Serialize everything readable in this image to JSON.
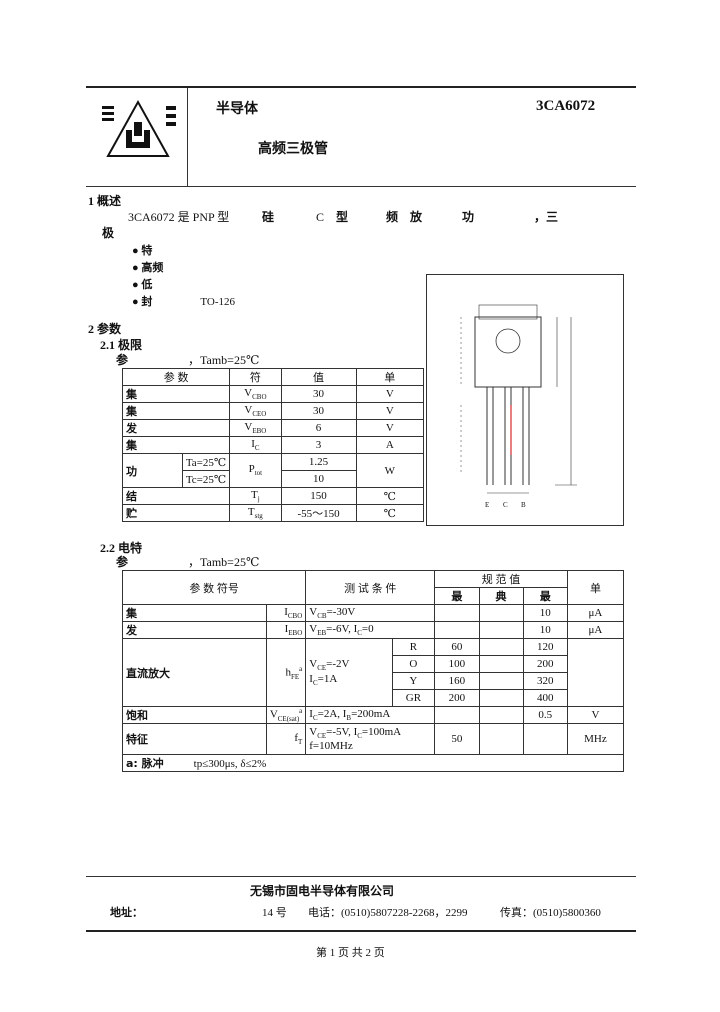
{
  "header": {
    "part_number": "3CA6072",
    "title_cn_1": "半导体",
    "title_cn_2": "高频三极管"
  },
  "section1": {
    "heading": "1 概述",
    "intro": "3CA6072 是 PNP 型",
    "intro_2": "硅",
    "intro_3": "C",
    "intro_4": "型",
    "intro_5": "频",
    "intro_6": "放",
    "intro_7": "功",
    "intro_8": "，三",
    "intro_9": "极",
    "bullets": [
      {
        "label": "特",
        "value": ""
      },
      {
        "label": "高频",
        "value": ""
      },
      {
        "label": "低",
        "value": ""
      },
      {
        "label": "封",
        "value": "TO-126"
      }
    ]
  },
  "section2": {
    "heading": "2 参数",
    "sub1": "2.1 极限",
    "cond1_prefix": "参",
    "cond1": "Tamb=25℃",
    "abs_header": {
      "param": "参 数",
      "symbol": "符",
      "value": "值",
      "unit": "单"
    },
    "abs_rows": [
      {
        "param": "集",
        "symbol": "VCBO",
        "value": "30",
        "unit": "V"
      },
      {
        "param": "集",
        "symbol": "VCEO",
        "value": "30",
        "unit": "V"
      },
      {
        "param": "发",
        "symbol": "VEBO",
        "value": "6",
        "unit": "V"
      },
      {
        "param": "集",
        "symbol": "IC",
        "value": "3",
        "unit": "A"
      },
      {
        "param": "功",
        "cond_a": "Ta=25℃",
        "cond_b": "Tc=25℃",
        "symbol": "Ptot",
        "value_a": "1.25",
        "value_b": "10",
        "unit": "W"
      },
      {
        "param": "结",
        "symbol": "Tj",
        "value": "150",
        "unit": "℃"
      },
      {
        "param": "贮",
        "symbol": "Tstg",
        "value": "-55～150",
        "unit": "℃"
      }
    ],
    "sub2": "2.2 电特",
    "cond2_prefix": "参",
    "cond2": "Tamb=25℃",
    "elec_header": {
      "param": "参 数 符号",
      "cond": "测 试 条 件",
      "spec": "规 范 值",
      "min": "最",
      "typ": "典",
      "max": "最",
      "unit": "单"
    },
    "elec_rows": [
      {
        "param": "集",
        "symbol": "ICBO",
        "cond": "VCB=-30V",
        "min": "",
        "typ": "",
        "max": "10",
        "unit": "μA"
      },
      {
        "param": "发",
        "symbol": "IEBO",
        "cond": "VEB=-6V, IC=0",
        "min": "",
        "typ": "",
        "max": "10",
        "unit": "μA"
      }
    ],
    "hfe": {
      "param": "直流放大",
      "symbol": "hFE",
      "cond_a": "VCE=-2V",
      "cond_b": "IC=1A",
      "grades": [
        {
          "grade": "R",
          "min": "60",
          "max": "120"
        },
        {
          "grade": "O",
          "min": "100",
          "max": "200"
        },
        {
          "grade": "Y",
          "min": "160",
          "max": "320"
        },
        {
          "grade": "GR",
          "min": "200",
          "max": "400"
        }
      ]
    },
    "vcesat": {
      "param": "饱和",
      "symbol": "VCE(sat)",
      "cond": "IC=2A, IB=200mA",
      "max": "0.5",
      "unit": "V"
    },
    "ft": {
      "param": "特征",
      "symbol": "fT",
      "cond_a": "VCE=-5V, IC=100mA",
      "cond_b": "f=10MHz",
      "min": "50",
      "unit": "MHz"
    },
    "note_label": "a: 脉冲",
    "note": "tp≤300μs, δ≤2%"
  },
  "diagram": {
    "labels": [
      "E",
      "C",
      "B"
    ]
  },
  "footer": {
    "company": "无锡市固电半导体有限公司",
    "addr_label": "地址：",
    "addr_num": "14 号",
    "tel": "电话：(0510)5807228-2268，2299",
    "fax": "传真：(0510)5800360",
    "page": "第 1 页  共 2 页"
  }
}
